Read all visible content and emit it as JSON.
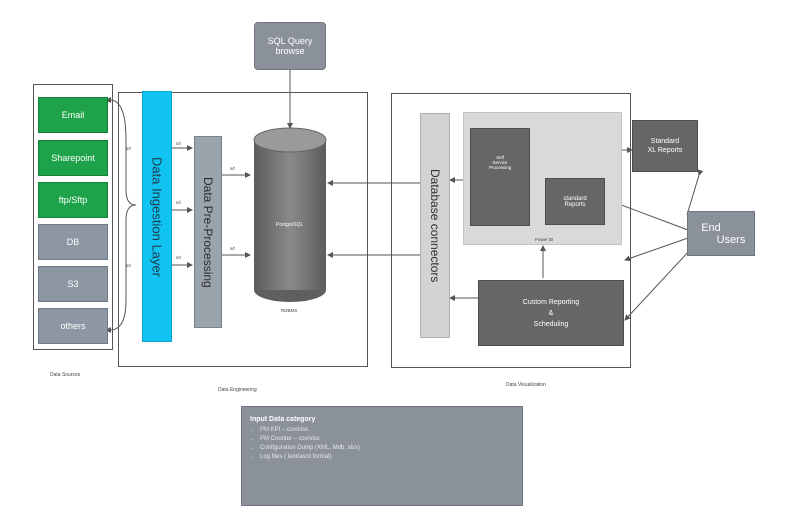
{
  "sql_box": {
    "line1": "SQL Query",
    "line2": "browse"
  },
  "sources": {
    "caption": "Data Sources",
    "items": [
      {
        "label": "Email",
        "kind": "green"
      },
      {
        "label": "Sharepoint",
        "kind": "green"
      },
      {
        "label": "ftp/Sftp",
        "kind": "green"
      },
      {
        "label": "DB",
        "kind": "grey"
      },
      {
        "label": "S3",
        "kind": "grey"
      },
      {
        "label": "others",
        "kind": "grey"
      }
    ]
  },
  "engineering": {
    "caption": "Data Engineering",
    "ingestion_label": "Data Ingestion Layer",
    "preprocessing_label": "Data Pre-Processing",
    "db_name": "PostgreSQL",
    "db_caption": "RDBMS",
    "arrow_tag": "s/t"
  },
  "visualization": {
    "caption": "Data Visualization",
    "connectors_label": "Database connectors",
    "self_service_label": "Self Service Processing",
    "standard_reports_label": "standard Reports",
    "powerbi_label": "Power BI",
    "custom_line1": "Custom Reporting",
    "custom_line2": "&",
    "custom_line3": "Scheduling",
    "xl_line1": "Standard",
    "xl_line2": "XL Reports"
  },
  "end_users": {
    "line1": "End",
    "line2": "Users"
  },
  "legend": {
    "title": "Input Data category",
    "items": [
      "PM KPI – csv/xlsx",
      "PM Counter – csv/xlsx",
      "Configuration Dump (XML, Mdb, xlsx)",
      "Log files ( text/ascii format)"
    ]
  },
  "colors": {
    "green": "#1fa34a",
    "cyan": "#11c3f0",
    "grey_block": "#666666",
    "source_grey": "#8d96a3"
  }
}
